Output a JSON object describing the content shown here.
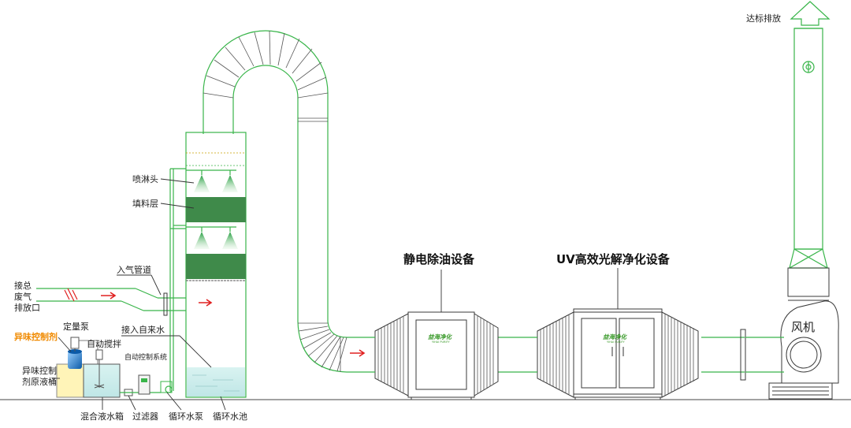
{
  "labels": {
    "discharge": "达标排放",
    "spray_head": "喷淋头",
    "packing_layer": "填料层",
    "inlet_pipe": "入气管道",
    "inlet_source_1": "接总",
    "inlet_source_2": "废气",
    "inlet_source_3": "排放口",
    "esp": "静电除油设备",
    "uv": "UV高效光解净化设备",
    "fan": "风机",
    "odor_agent": "异味控制剂",
    "dosing_pump": "定量泵",
    "auto_stirrer": "自动搅拌",
    "tap_water": "接入自来水",
    "auto_control": "自动控制系统",
    "stock_tank_1": "异味控制",
    "stock_tank_2": "剂原液桶",
    "mix_tank": "混合液水箱",
    "filter": "过滤器",
    "circ_pump": "循环水泵",
    "circ_pool": "循环水池"
  },
  "brand": {
    "name": "益海净化",
    "sub": "YIHAI PURIFY"
  },
  "colors": {
    "pipe": "#39b54a",
    "packing": "#3f8a4a",
    "arrow": "#e02020",
    "highlight": "#f08a00",
    "water": "#cfeeee"
  }
}
